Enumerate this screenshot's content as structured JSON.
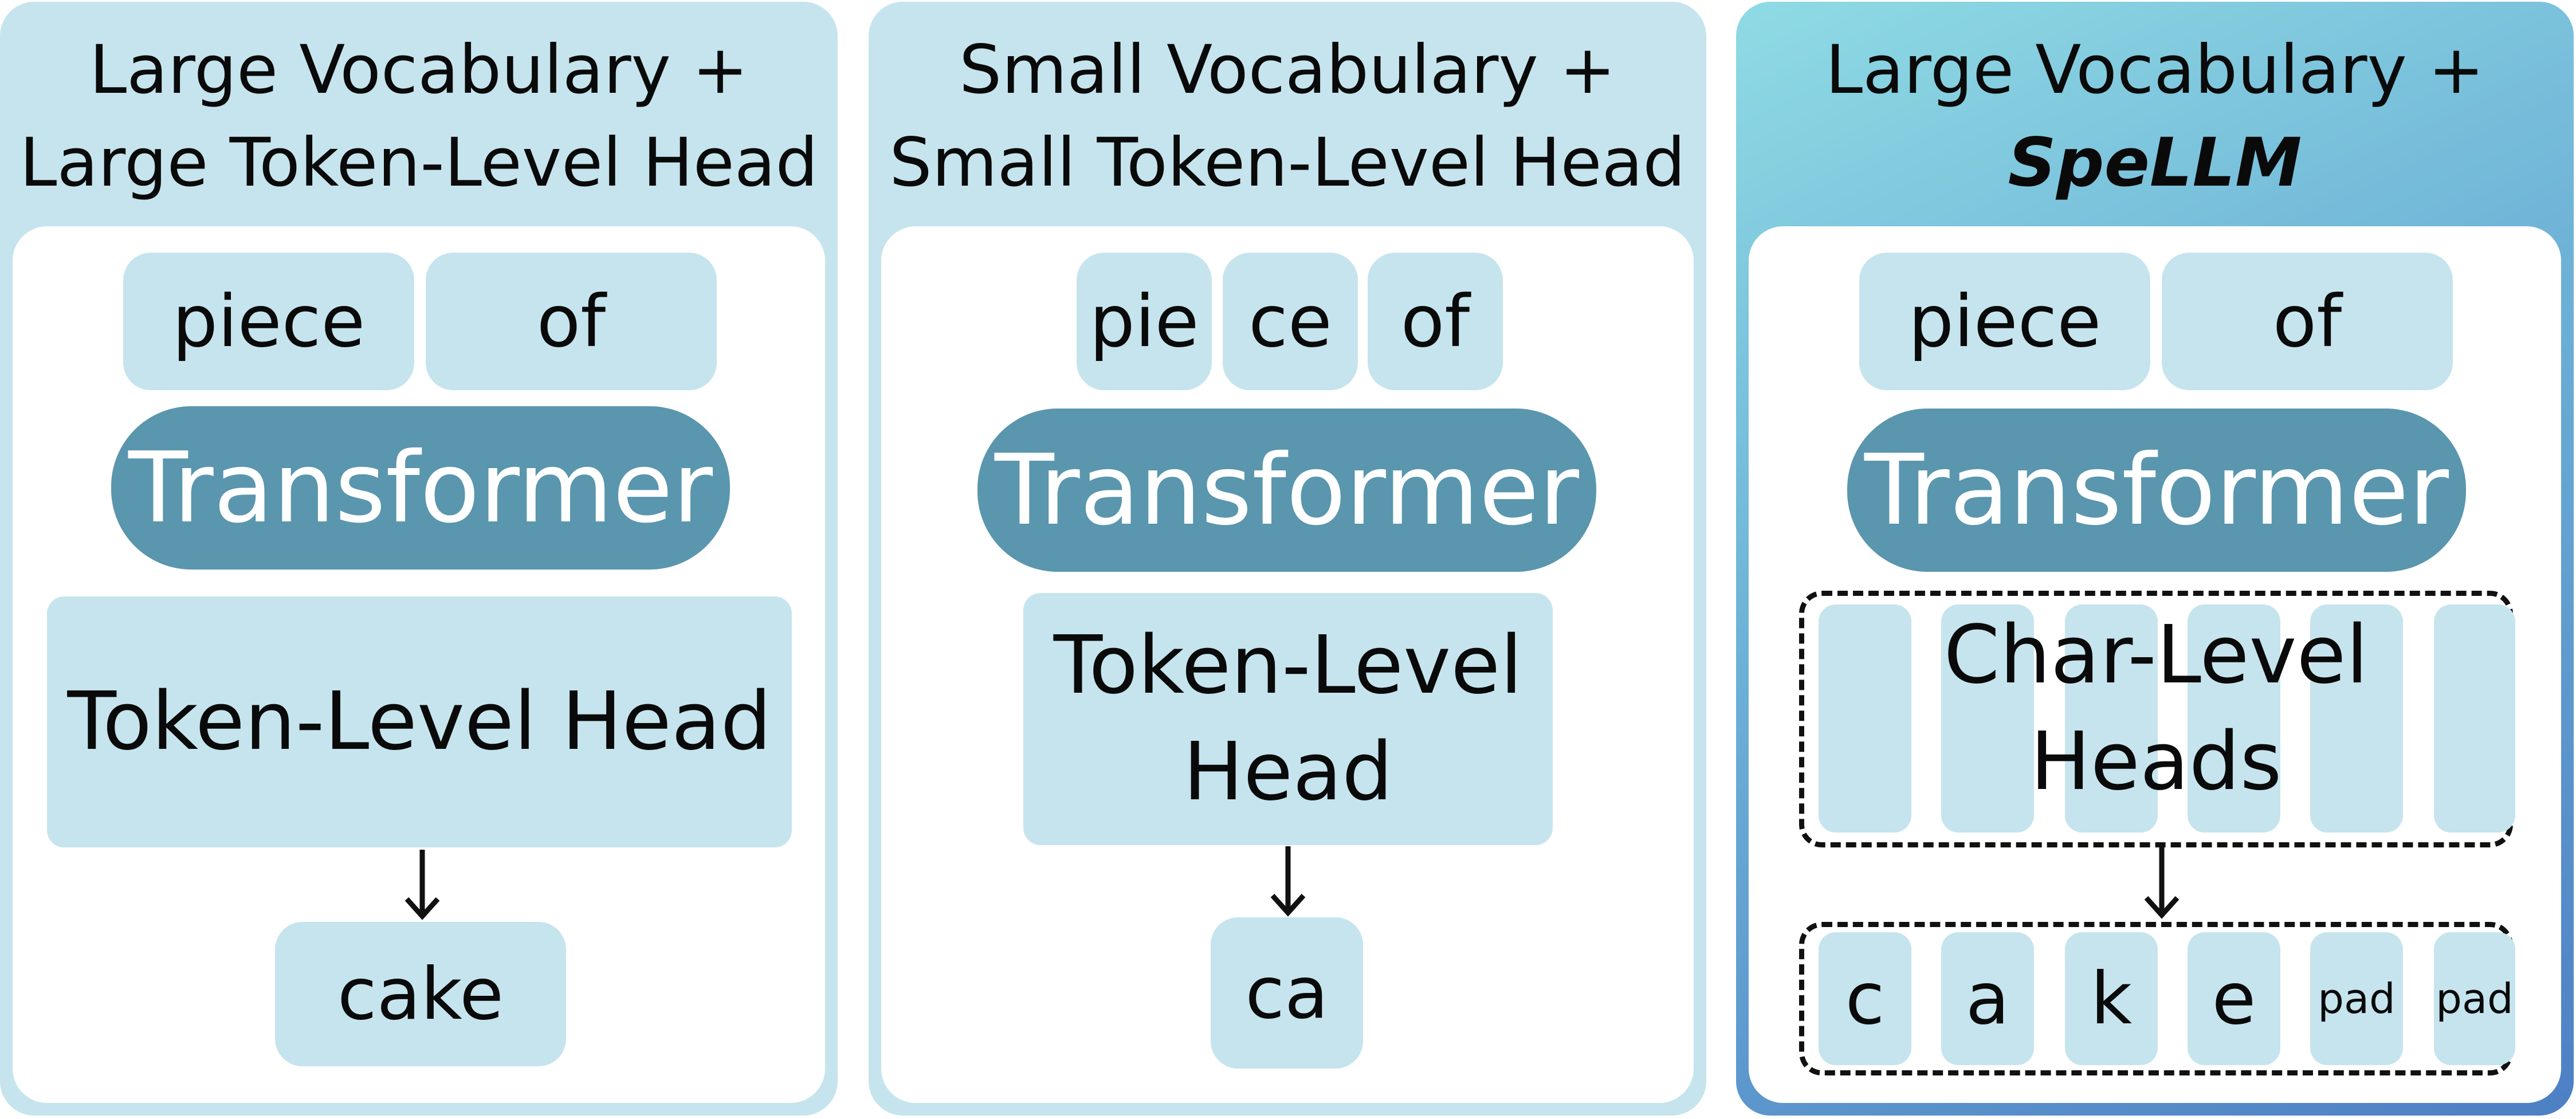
{
  "panels": [
    {
      "title_line1": "Large Vocabulary +",
      "title_line2": "Large Token-Level Head",
      "input_tokens": [
        "piece",
        "of"
      ],
      "model": "Transformer",
      "head": "Token-Level Head",
      "output": "cake"
    },
    {
      "title_line1": "Small Vocabulary +",
      "title_line2": "Small Token-Level Head",
      "input_tokens": [
        "pie",
        "ce",
        "of"
      ],
      "model": "Transformer",
      "head_line1": "Token-Level",
      "head_line2": "Head",
      "output": "ca"
    },
    {
      "title_line1": "Large Vocabulary +",
      "title_line2": "SpeLLM",
      "input_tokens": [
        "piece",
        "of"
      ],
      "model": "Transformer",
      "head_line1": "Char-Level",
      "head_line2": "Heads",
      "output_chars": [
        "c",
        "a",
        "k",
        "e",
        "pad",
        "pad"
      ]
    }
  ],
  "colors": {
    "panel_fill": "#c6e4ed",
    "transformer_fill": "#5a96ae",
    "spellm_gradient": [
      "#8fdbe4",
      "#4d7fc4"
    ]
  }
}
